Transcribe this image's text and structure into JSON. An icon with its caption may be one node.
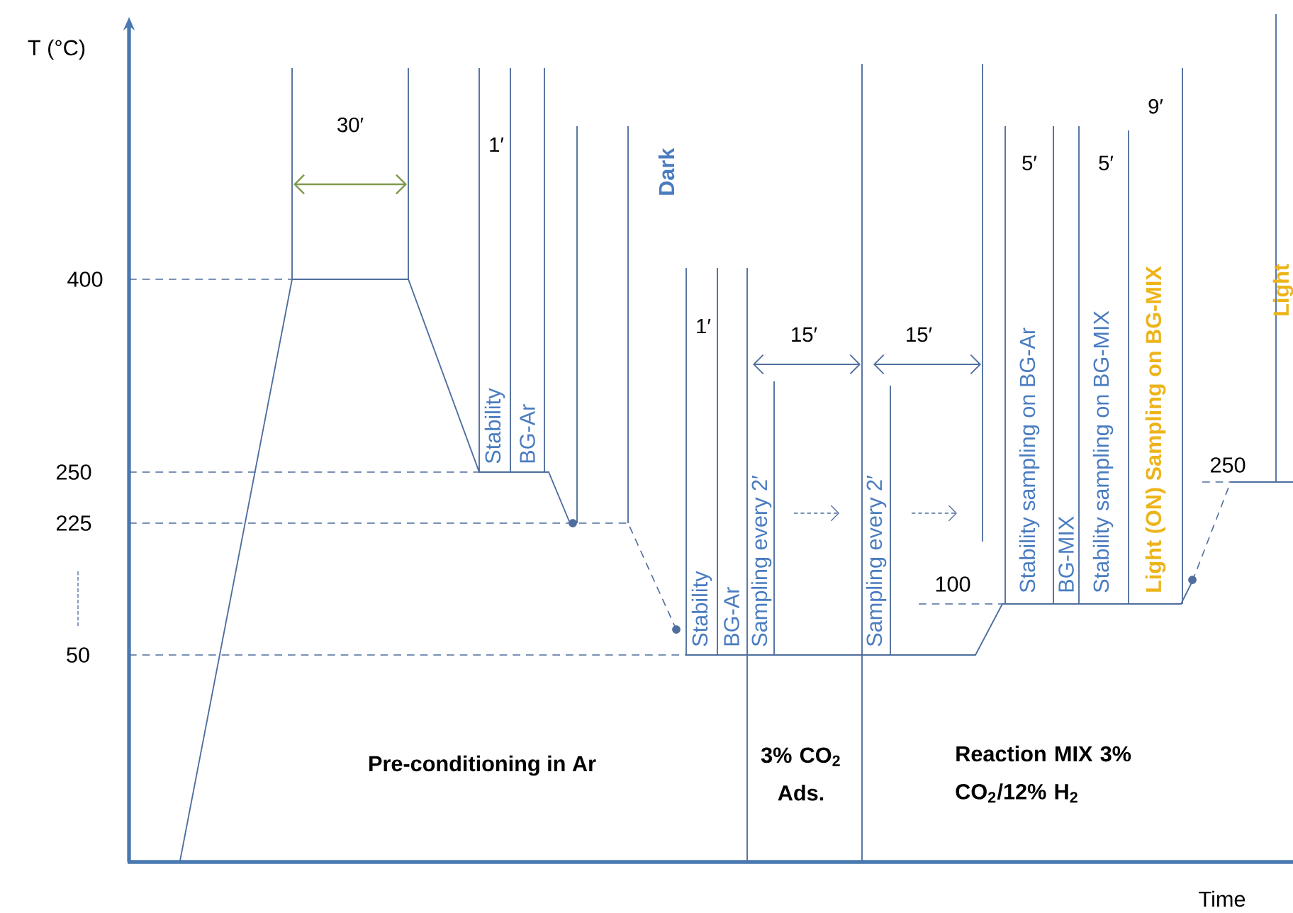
{
  "diagram": {
    "labels": [
      "T (°C)",
      "30′",
      "1′",
      "Stability",
      "BG-Ar",
      "Dark",
      "400",
      "1′",
      "15′",
      "15′",
      "Stability",
      "BG-Ar",
      "Sampling every 2′",
      "Sampling every 2′",
      "5′",
      "5′",
      "9′",
      "Stability sampling on BG-Ar",
      "BG-MIX",
      "Stability sampling on BG-MIX",
      "Light (ON) Sampling on BG-MIX",
      "Light",
      "250",
      "225",
      "100",
      "250",
      "50",
      "Pre-conditioning in Ar",
      "3% CO$_{2}$ Ads.",
      "Reaction MIX 3% CO$_{2}$/12% H$_{2}$",
      "Time"
    ]
  }
}
